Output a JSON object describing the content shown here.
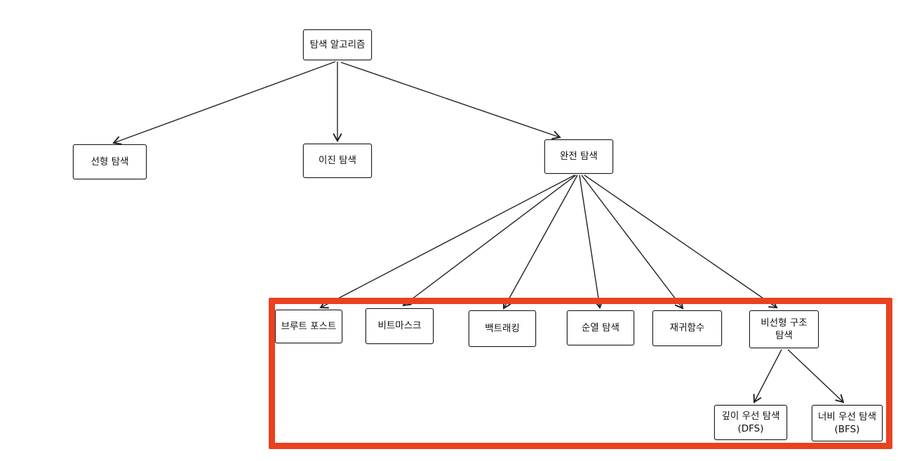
{
  "diagram": {
    "nodes": [
      {
        "id": "root",
        "label": "탐색 알고리즘"
      },
      {
        "id": "linear",
        "label": "선형 탐색"
      },
      {
        "id": "binary",
        "label": "이진 탐색"
      },
      {
        "id": "complete",
        "label": "완전 탐색"
      },
      {
        "id": "brute",
        "label": "브루트 포스트"
      },
      {
        "id": "bitmask",
        "label": "비트마스크"
      },
      {
        "id": "backtrack",
        "label": "백트래킹"
      },
      {
        "id": "permutation",
        "label": "순열 탐색"
      },
      {
        "id": "recursion",
        "label": "재귀함수"
      },
      {
        "id": "nonlinear",
        "label": "비선형 구조\n탐색"
      },
      {
        "id": "dfs",
        "label": "깊이 우선 탐색\n(DFS)"
      },
      {
        "id": "bfs",
        "label": "너비 우선 탐색\n(BFS)"
      }
    ],
    "edges": [
      {
        "from": "root",
        "to": "linear"
      },
      {
        "from": "root",
        "to": "binary"
      },
      {
        "from": "root",
        "to": "complete"
      },
      {
        "from": "complete",
        "to": "brute"
      },
      {
        "from": "complete",
        "to": "bitmask"
      },
      {
        "from": "complete",
        "to": "backtrack"
      },
      {
        "from": "complete",
        "to": "permutation"
      },
      {
        "from": "complete",
        "to": "recursion"
      },
      {
        "from": "complete",
        "to": "nonlinear"
      },
      {
        "from": "nonlinear",
        "to": "dfs"
      },
      {
        "from": "nonlinear",
        "to": "bfs"
      }
    ],
    "colors": {
      "stroke": "#212121",
      "highlight": "#e8421f",
      "background": "#ffffff"
    }
  }
}
